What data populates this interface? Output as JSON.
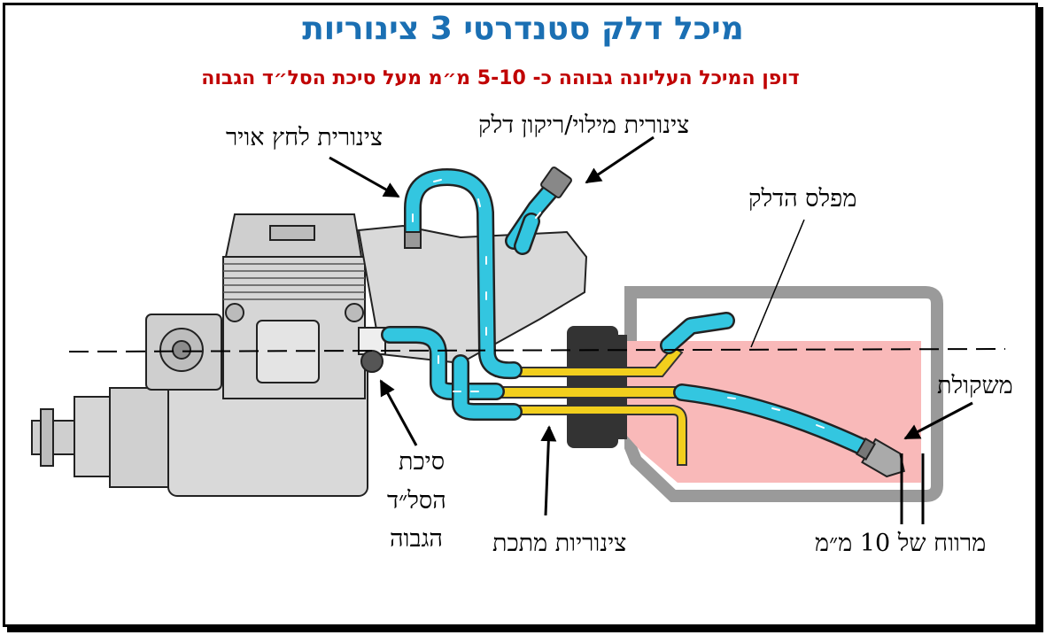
{
  "title": "מיכל דלק סטנדרטי 3 צינוריות",
  "subtitle": "דופן המיכל העליונה גבוהה כ- 5-10 מ״מ מעל סיכת הסל״ד הגבוה",
  "labels": {
    "pressure_tube": "צינורית לחץ אויר",
    "fill_tube": "צינורית מילוי/ריקון דלק",
    "fuel_level": "מפלס הדלק",
    "clunk": "משקולת",
    "needle_line1": "סיכת",
    "needle_line2": "הסל״ד",
    "needle_line3": "הגבוה",
    "metal_tubes": "צינוריות מתכת",
    "gap": "מרווח של 10 מ״מ"
  },
  "colors": {
    "title": "#1a6fb3",
    "subtitle": "#c00000",
    "tubing": "#33c6e0",
    "metal_tubes": "#f2cf1d",
    "fuel": "#f9b9b9",
    "engine": "#d9d9d9",
    "stopper": "#333333"
  }
}
